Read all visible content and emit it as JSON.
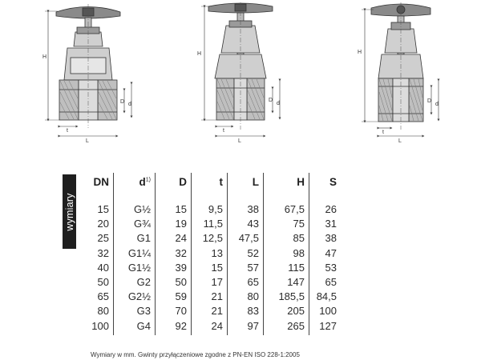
{
  "side_tab": {
    "label": "wymiary"
  },
  "table": {
    "columns": [
      {
        "key": "dn",
        "header": "DN",
        "sup": ""
      },
      {
        "key": "d",
        "header": "d",
        "sup": "1)"
      },
      {
        "key": "D",
        "header": "D",
        "sup": ""
      },
      {
        "key": "t",
        "header": "t",
        "sup": ""
      },
      {
        "key": "L",
        "header": "L",
        "sup": ""
      },
      {
        "key": "H",
        "header": "H",
        "sup": ""
      },
      {
        "key": "S",
        "header": "S",
        "sup": ""
      }
    ],
    "rows": [
      [
        "15",
        "G½",
        "15",
        "9,5",
        "38",
        "67,5",
        "26"
      ],
      [
        "20",
        "G¾",
        "19",
        "11,5",
        "43",
        "75",
        "31"
      ],
      [
        "25",
        "G1",
        "24",
        "12,5",
        "47,5",
        "85",
        "38"
      ],
      [
        "32",
        "G1¼",
        "32",
        "13",
        "52",
        "98",
        "47"
      ],
      [
        "40",
        "G1½",
        "39",
        "15",
        "57",
        "115",
        "53"
      ],
      [
        "50",
        "G2",
        "50",
        "17",
        "65",
        "147",
        "65"
      ],
      [
        "65",
        "G2½",
        "59",
        "21",
        "80",
        "185,5",
        "84,5"
      ],
      [
        "80",
        "G3",
        "70",
        "21",
        "83",
        "205",
        "100"
      ],
      [
        "100",
        "G4",
        "92",
        "24",
        "97",
        "265",
        "127"
      ]
    ]
  },
  "drawings": {
    "dimension_labels": {
      "H": "H",
      "D": "D",
      "d": "d",
      "t": "t",
      "L": "L"
    }
  },
  "footnote": "Wymiary w mm. Gwinty przyłączeniowe zgodne z PN-EN ISO 228-1:2005"
}
